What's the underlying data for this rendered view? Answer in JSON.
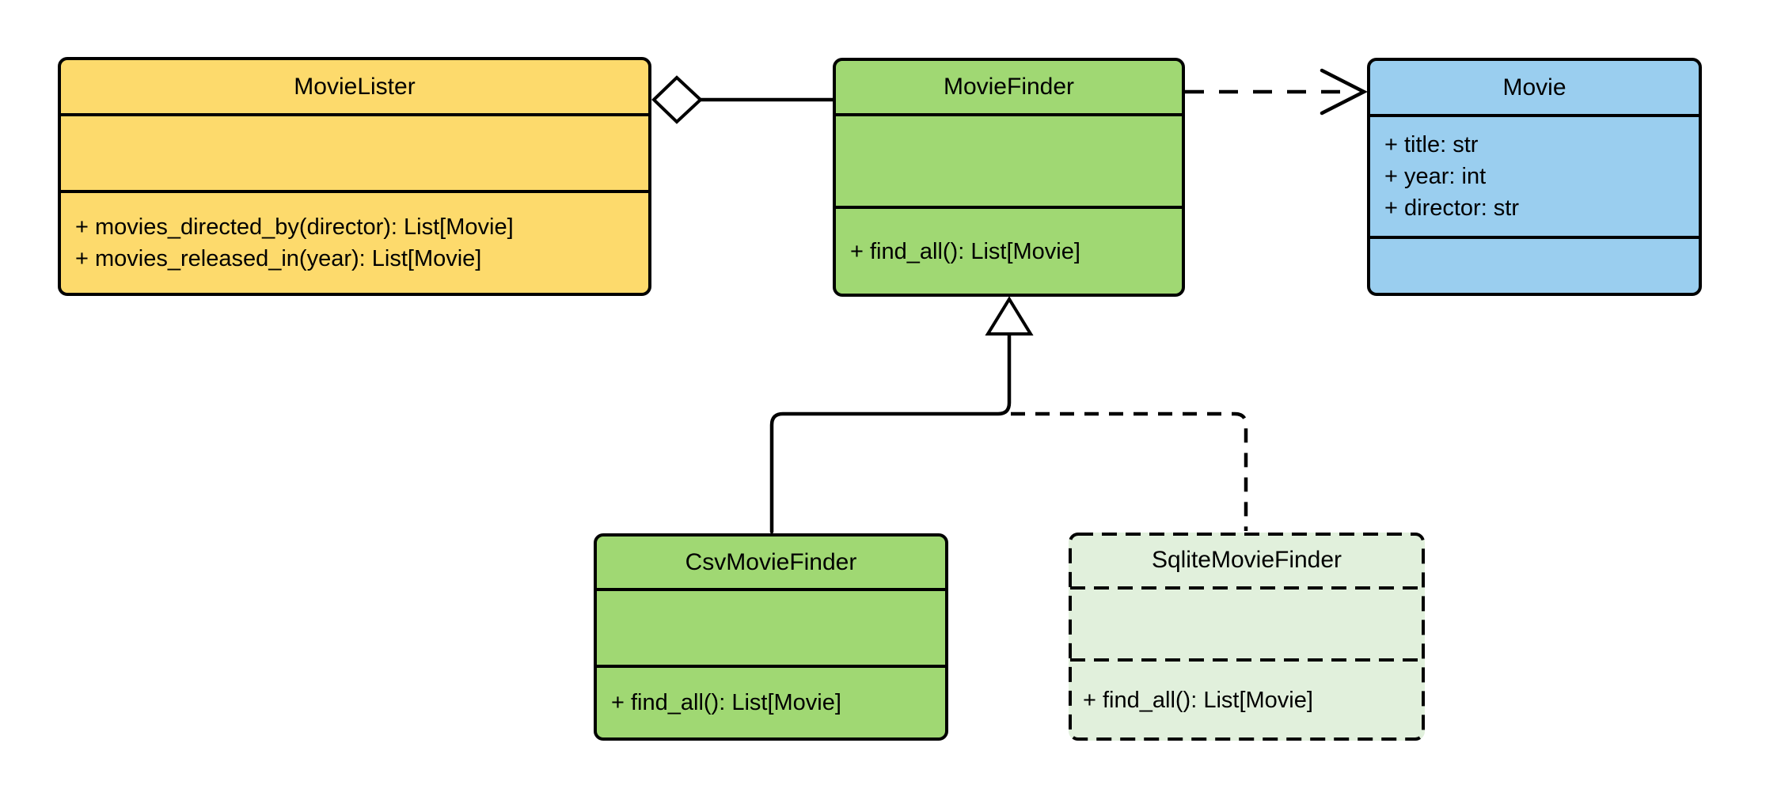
{
  "diagram": {
    "kind": "uml-class-diagram",
    "background": "#FFFFFF",
    "stroke_color": "#000000"
  },
  "classes": {
    "movie_lister": {
      "name": "MovieLister",
      "fill": "#FDDA6C",
      "attributes": [],
      "methods": [
        "+ movies_directed_by(director): List[Movie]",
        "+ movies_released_in(year): List[Movie]"
      ]
    },
    "movie_finder": {
      "name": "MovieFinder",
      "fill": "#A0D873",
      "attributes": [],
      "methods": [
        "+ find_all(): List[Movie]"
      ]
    },
    "movie": {
      "name": "Movie",
      "fill": "#9ACEEF",
      "attributes": [
        "+ title: str",
        "+ year: int",
        "+ director: str"
      ],
      "methods": []
    },
    "csv_movie_finder": {
      "name": "CsvMovieFinder",
      "fill": "#A0D873",
      "attributes": [],
      "methods": [
        "+ find_all(): List[Movie]"
      ]
    },
    "sqlite_movie_finder": {
      "name": "SqliteMovieFinder",
      "fill": "#E1F0DC",
      "border_style": "dashed",
      "attributes": [],
      "methods": [
        "+ find_all(): List[Movie]"
      ]
    }
  },
  "relationships": [
    {
      "from": "MovieLister",
      "to": "MovieFinder",
      "type": "aggregation",
      "line": "solid",
      "marker": "hollow-diamond-at-source"
    },
    {
      "from": "MovieFinder",
      "to": "Movie",
      "type": "dependency",
      "line": "dashed",
      "marker": "open-arrow-at-target"
    },
    {
      "from": "CsvMovieFinder",
      "to": "MovieFinder",
      "type": "inheritance",
      "line": "solid",
      "marker": "hollow-triangle-at-target"
    },
    {
      "from": "SqliteMovieFinder",
      "to": "MovieFinder",
      "type": "inheritance",
      "line": "dashed",
      "marker": "hollow-triangle-at-target"
    }
  ]
}
